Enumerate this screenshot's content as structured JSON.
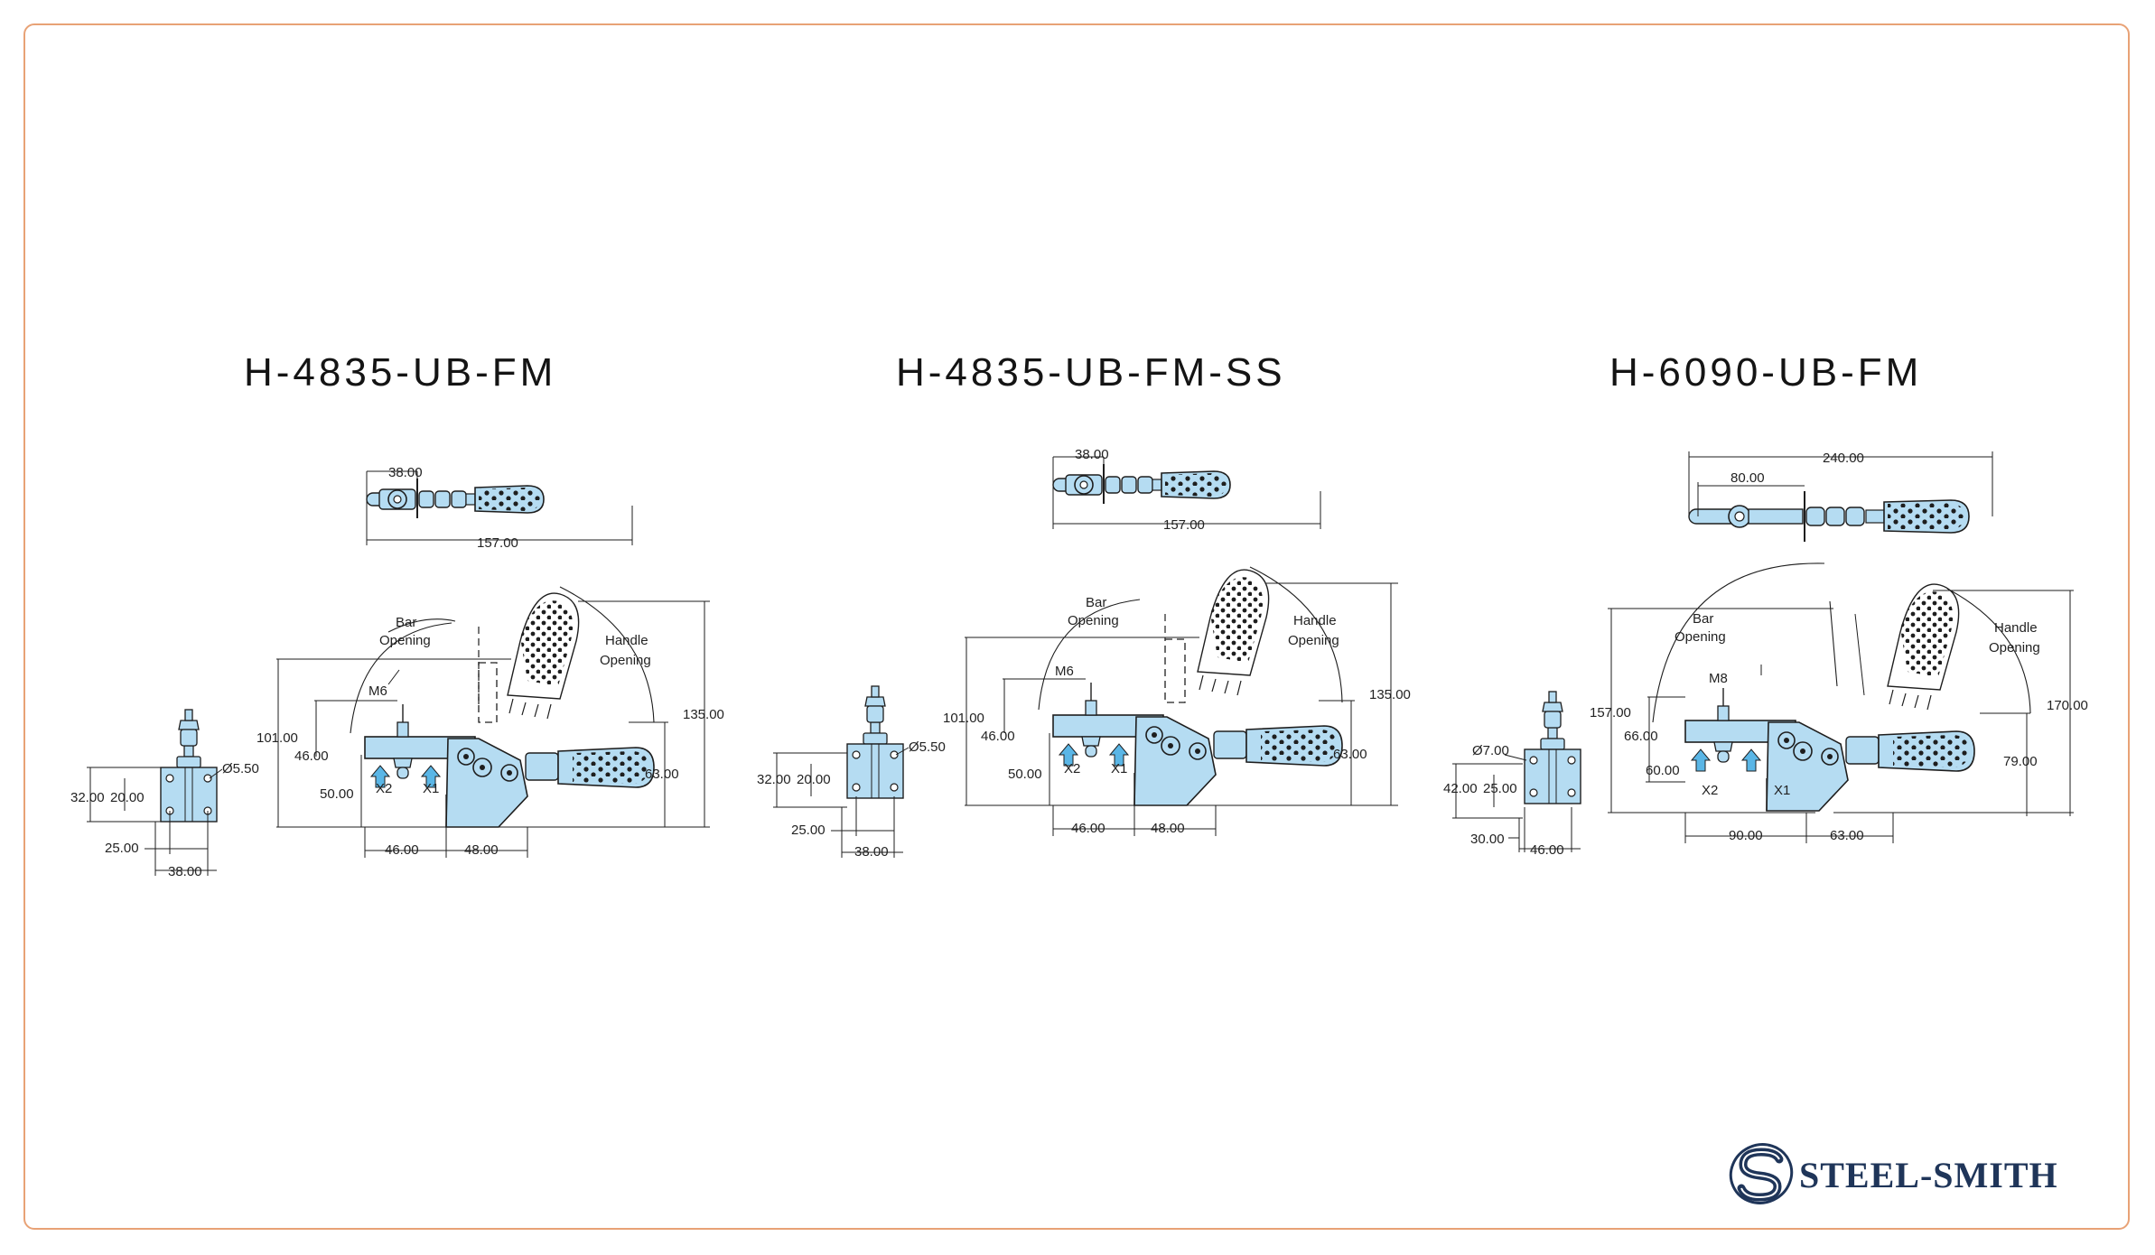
{
  "colors": {
    "frame": "#e8a276",
    "part": "#b5dcf2",
    "stroke": "#1e1e1e",
    "arrow": "#5ab6e6",
    "brand": "#1f3559"
  },
  "models": [
    {
      "title": "H-4835-UB-FM",
      "top_view": {
        "a": "38.00",
        "b": "157.00"
      },
      "end_view": {
        "hole": "Ø5.50",
        "h_outer": "32.00",
        "h_inner": "20.00",
        "w_inner": "25.00",
        "w_outer": "38.00"
      },
      "side_view": {
        "bar_opening": [
          "Bar",
          "Opening"
        ],
        "handle_opening": [
          "Handle",
          "Opening"
        ],
        "thread": "M6",
        "h_total": "101.00",
        "h_mid": "46.00",
        "h_low": "50.00",
        "h_right": "135.00",
        "h_right_low": "63.00",
        "w_left": "46.00",
        "w_right": "48.00",
        "x1": "X1",
        "x2": "X2"
      }
    },
    {
      "title": "H-4835-UB-FM-SS",
      "top_view": {
        "a": "38.00",
        "b": "157.00"
      },
      "end_view": {
        "hole": "Ø5.50",
        "h_outer": "32.00",
        "h_inner": "20.00",
        "w_inner": "25.00",
        "w_outer": "38.00"
      },
      "side_view": {
        "bar_opening": [
          "Bar",
          "Opening"
        ],
        "handle_opening": [
          "Handle",
          "Opening"
        ],
        "thread": "M6",
        "h_total": "101.00",
        "h_mid": "46.00",
        "h_low": "50.00",
        "h_right": "135.00",
        "h_right_low": "63.00",
        "w_left": "46.00",
        "w_right": "48.00",
        "x1": "X1",
        "x2": "X2"
      }
    },
    {
      "title": "H-6090-UB-FM",
      "top_view": {
        "a": "80.00",
        "b": "240.00"
      },
      "end_view": {
        "hole": "Ø7.00",
        "h_outer": "42.00",
        "h_inner": "25.00",
        "w_inner": "30.00",
        "w_outer": "46.00"
      },
      "side_view": {
        "bar_opening": [
          "Bar",
          "Opening"
        ],
        "handle_opening": [
          "Handle",
          "Opening"
        ],
        "thread": "M8",
        "h_total": "157.00",
        "h_mid": "66.00",
        "h_low": "60.00",
        "h_right": "170.00",
        "h_right_low": "79.00",
        "w_left": "90.00",
        "w_right": "63.00",
        "x1": "X1",
        "x2": "X2"
      }
    }
  ],
  "brand": {
    "name": "STEEL-SMITH",
    "icon": "steel-smith-s-logo"
  }
}
